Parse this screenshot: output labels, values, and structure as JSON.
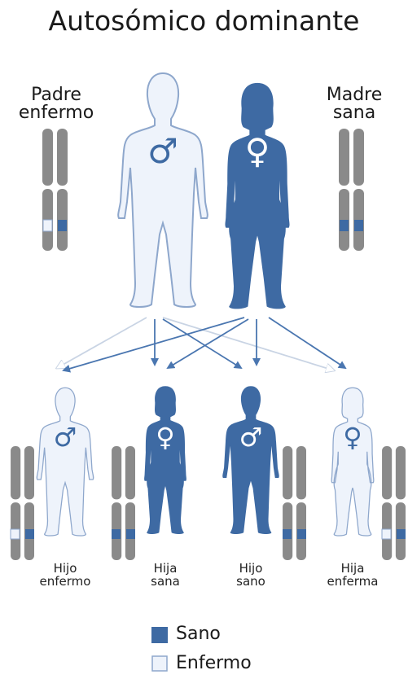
{
  "title": "Autosómico dominante",
  "parents": {
    "father": {
      "line1": "Padre",
      "line2": "enfermo",
      "symbol": "♂"
    },
    "mother": {
      "line1": "Madre",
      "line2": "sana",
      "symbol": "♀"
    }
  },
  "children": [
    {
      "line1": "Hijo",
      "line2": "enfermo",
      "symbol": "♂",
      "status": "affected"
    },
    {
      "line1": "Hija",
      "line2": "sana",
      "symbol": "♀",
      "status": "healthy"
    },
    {
      "line1": "Hijo",
      "line2": "sano",
      "symbol": "♂",
      "status": "healthy"
    },
    {
      "line1": "Hija",
      "line2": "enferma",
      "symbol": "♀",
      "status": "affected"
    }
  ],
  "legend": {
    "healthy": "Sano",
    "affected": "Enfermo"
  },
  "colors": {
    "healthy_fill": "#3e6aa3",
    "affected_fill": "#eef3fb",
    "affected_stroke": "#8ea7cc",
    "chromosome": "#8a8a8a",
    "arrow_blue": "#4a76b0",
    "arrow_light": "#c9d4e4"
  }
}
